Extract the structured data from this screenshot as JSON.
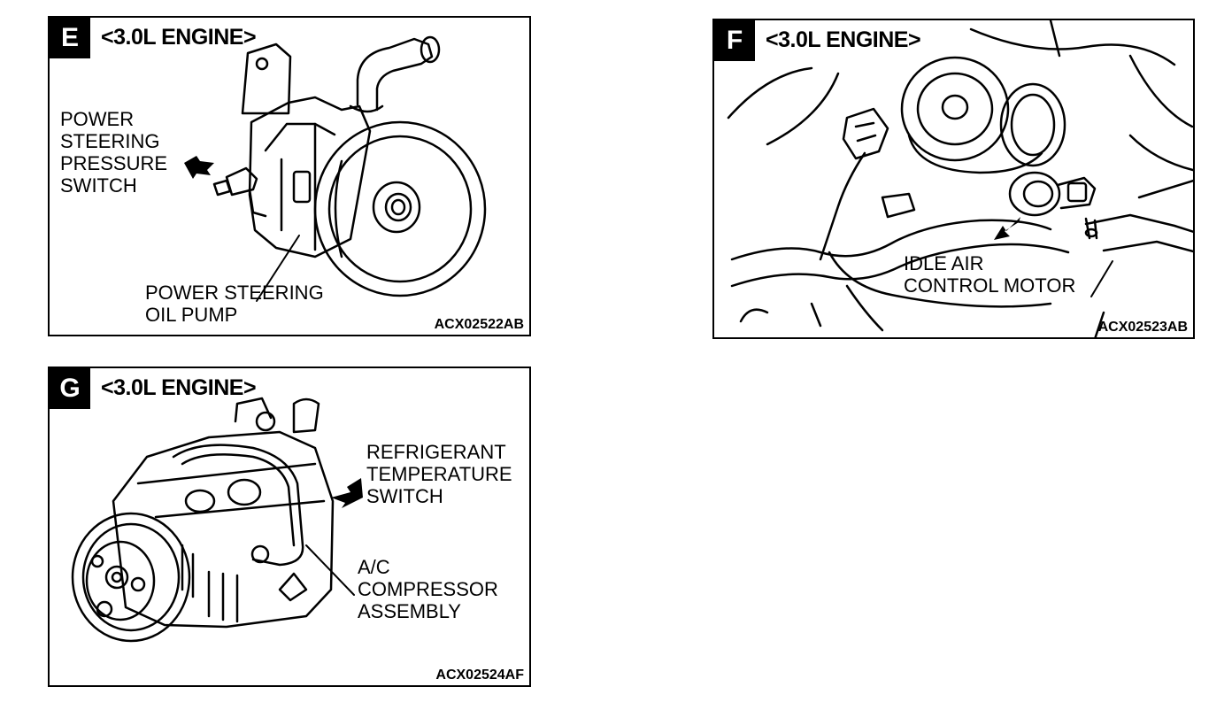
{
  "panels": [
    {
      "letter": "E",
      "engine": "<3.0L ENGINE>",
      "callouts": [
        "POWER\nSTEERING\nPRESSURE\nSWITCH",
        "POWER STEERING\nOIL PUMP"
      ],
      "figure_id": "ACX02522AB"
    },
    {
      "letter": "F",
      "engine": "<3.0L ENGINE>",
      "callouts": [
        "IDLE AIR\nCONTROL MOTOR"
      ],
      "figure_id": "ACX02523AB"
    },
    {
      "letter": "G",
      "engine": "<3.0L ENGINE>",
      "callouts": [
        "REFRIGERANT\nTEMPERATURE\nSWITCH",
        "A/C\nCOMPRESSOR\nASSEMBLY"
      ],
      "figure_id": "ACX02524AF"
    }
  ]
}
